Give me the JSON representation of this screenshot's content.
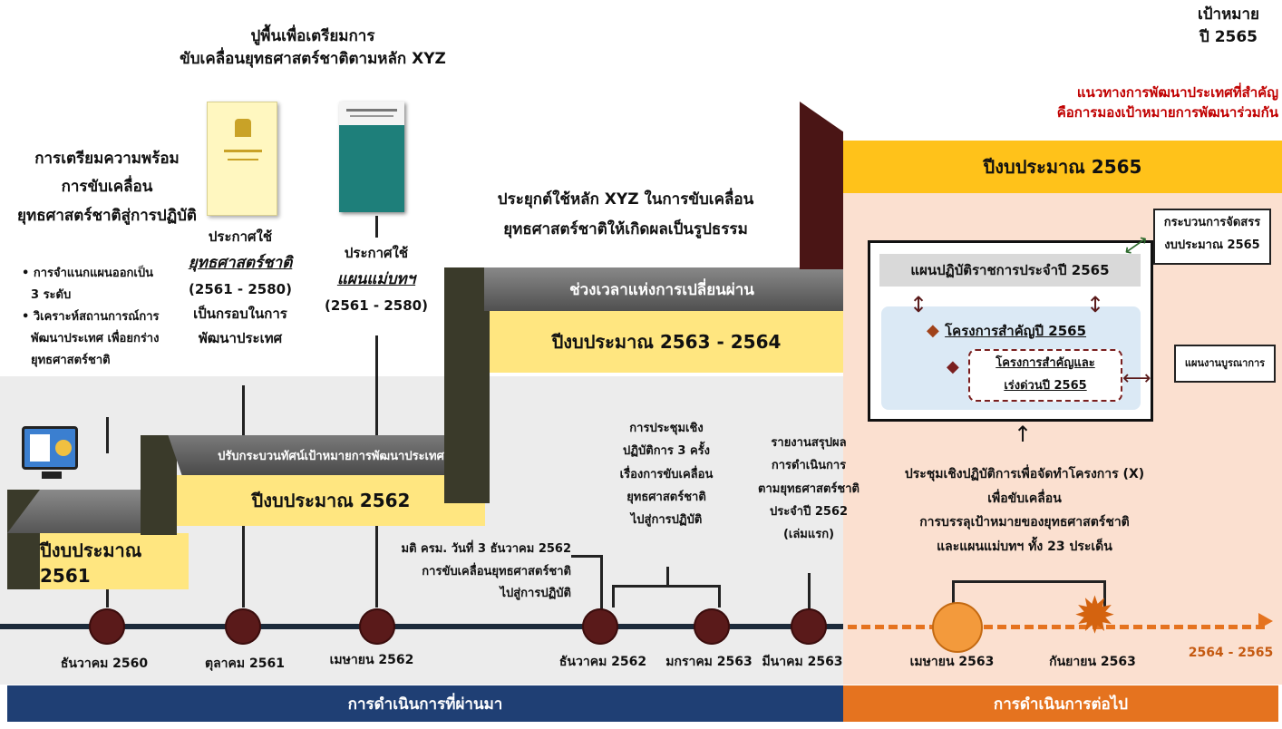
{
  "target": {
    "line1": "เป้าหมาย",
    "line2": "ปี 2565"
  },
  "foundation": {
    "line1": "ปูพื้นเพื่อเตรียมการ",
    "line2": "ขับเคลื่อนยุทธศาสตร์ชาติตามหลัก XYZ"
  },
  "development_guidelines": {
    "line1": "แนวทางการพัฒนาประเทศที่สำคัญ",
    "line2": "คือการมองเป้าหมายการพัฒนาร่วมกัน"
  },
  "readiness": {
    "title1": "การเตรียมความพร้อม",
    "title2": "การขับเคลื่อน",
    "title3": "ยุทธศาสตร์ชาติสู่การปฏิบัติ",
    "b1a": "การจำแนกแผนออกเป็น",
    "b1b": "3 ระดับ",
    "b2a": "วิเคราะห์สถานการณ์การ",
    "b2b": "พัฒนาประเทศ เพื่อยกร่าง",
    "b2c": "ยุทธศาสตร์ชาติ"
  },
  "announce_strategy": {
    "l1": "ประกาศใช้",
    "l2": "ยุทธศาสตร์ชาติ",
    "l3": "(2561 - 2580)",
    "l4": "เป็นกรอบในการ",
    "l5": "พัฒนาประเทศ"
  },
  "announce_master": {
    "l1": "ประกาศใช้",
    "l2": "แผนแม่บทฯ",
    "l3": "(2561 - 2580)"
  },
  "apply_xyz": {
    "line1": "ประยุกต์ใช้หลัก XYZ ในการขับเคลื่อน",
    "line2": "ยุทธศาสตร์ชาติให้เกิดผลเป็นรูปธรรม"
  },
  "steps": {
    "s2561": "ปีงบประมาณ 2561",
    "s2562_top": "ปรับกระบวนทัศน์เป้าหมายการพัฒนาประเทศ",
    "s2562": "ปีงบประมาณ 2562",
    "s2563_top": "ช่วงเวลาแห่งการเปลี่ยนผ่าน",
    "s2563": "ปีงบประมาณ 2563 - 2564",
    "s2565": "ปีงบประมาณ 2565"
  },
  "cabinet": {
    "l1": "มติ ครม. วันที่ 3 ธันวาคม 2562",
    "l2": "การขับเคลื่อนยุทธศาสตร์ชาติ",
    "l3": "ไปสู่การปฏิบัติ"
  },
  "workshop": {
    "l1": "การประชุมเชิง",
    "l2": "ปฏิบัติการ 3 ครั้ง",
    "l3": "เรื่องการขับเคลื่อน",
    "l4": "ยุทธศาสตร์ชาติ",
    "l5": "ไปสู่การปฏิบัติ"
  },
  "report": {
    "l1": "รายงานสรุปผล",
    "l2": "การดำเนินการ",
    "l3": "ตามยุทธศาสตร์ชาติ",
    "l4": "ประจำปี 2562",
    "l5": "(เล่มแรก)"
  },
  "plan_box": {
    "annual_plan": "แผนปฏิบัติราชการประจำปี 2565",
    "key_projects": "โครงการสำคัญปี 2565",
    "urgent1": "โครงการสำคัญและ",
    "urgent2": "เร่งด่วนปี 2565"
  },
  "budget_alloc": {
    "l1": "กระบวนการจัดสรร",
    "l2": "งบประมาณ 2565"
  },
  "integrated": "แผนงานบูรณาการ",
  "workshop_x": {
    "l1": "ประชุมเชิงปฏิบัติการเพื่อจัดทำโครงการ (X)",
    "l2": "เพื่อขับเคลื่อน",
    "l3": "การบรรลุเป้าหมายของยุทธศาสตร์ชาติ",
    "l4": "และแผนแม่บทฯ ทั้ง 23 ประเด็น"
  },
  "timeline": {
    "d1": "ธันวาคม 2560",
    "d2": "ตุลาคม 2561",
    "d3": "เมษายน 2562",
    "d4": "ธันวาคม 2562",
    "d5": "มกราคม 2563",
    "d6": "มีนาคม 2563",
    "d7": "เมษายน 2563",
    "d8": "กันยายน 2563",
    "d9": "2564 - 2565"
  },
  "footer": {
    "past": "การดำเนินการที่ผ่านมา",
    "next": "การดำเนินการต่อไป"
  },
  "colors": {
    "navy": "#1f3f74",
    "orange": "#e5731f",
    "yellow": "#ffe680",
    "gold": "#ffc21a",
    "maroon": "#5a1a1a",
    "peach": "#fbe0d0",
    "red": "#c00000"
  }
}
